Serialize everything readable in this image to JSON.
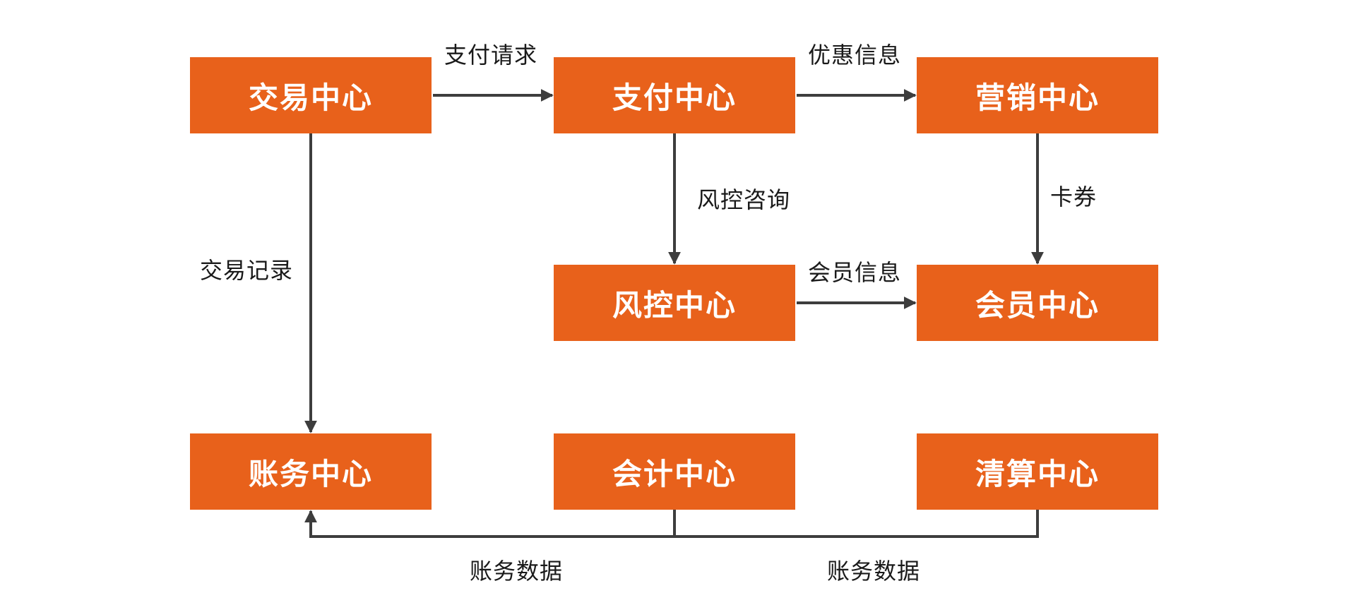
{
  "diagram": {
    "type": "flowchart",
    "language": "zh-CN",
    "colors": {
      "box_fill": "#E8611B",
      "box_text": "#FFFFFF",
      "arrow": "#3D3D3D",
      "label_text": "#1A1A1A",
      "background": "#FFFFFF"
    },
    "nodes": [
      {
        "id": "trading-center",
        "label": "交易中心"
      },
      {
        "id": "payment-center",
        "label": "支付中心"
      },
      {
        "id": "marketing-center",
        "label": "营销中心"
      },
      {
        "id": "risk-center",
        "label": "风控中心"
      },
      {
        "id": "member-center",
        "label": "会员中心"
      },
      {
        "id": "billing-center",
        "label": "账务中心"
      },
      {
        "id": "accounting-center",
        "label": "会计中心"
      },
      {
        "id": "clearing-center",
        "label": "清算中心"
      }
    ],
    "edge_labels": [
      {
        "id": "payment-request",
        "text": "支付请求"
      },
      {
        "id": "discount-info",
        "text": "优惠信息"
      },
      {
        "id": "risk-consult",
        "text": "风控咨询"
      },
      {
        "id": "coupon",
        "text": "卡券"
      },
      {
        "id": "member-info",
        "text": "会员信息"
      },
      {
        "id": "transaction-record",
        "text": "交易记录"
      },
      {
        "id": "billing-data-left",
        "text": "账务数据"
      },
      {
        "id": "billing-data-right",
        "text": "账务数据"
      }
    ],
    "edges": [
      {
        "from": "交易中心",
        "to": "支付中心",
        "label": "支付请求",
        "direction": "right"
      },
      {
        "from": "支付中心",
        "to": "营销中心",
        "label": "优惠信息",
        "direction": "right"
      },
      {
        "from": "支付中心",
        "to": "风控中心",
        "label": "风控咨询",
        "direction": "down"
      },
      {
        "from": "营销中心",
        "to": "会员中心",
        "label": "卡券",
        "direction": "down"
      },
      {
        "from": "风控中心",
        "to": "会员中心",
        "label": "会员信息",
        "direction": "right"
      },
      {
        "from": "交易中心",
        "to": "账务中心",
        "label": "交易记录",
        "direction": "down"
      },
      {
        "from": "会计中心",
        "to": "账务中心",
        "label": "账务数据",
        "direction": "down-left-up"
      },
      {
        "from": "清算中心",
        "to": "账务中心",
        "label": "账务数据",
        "direction": "down-left-up"
      }
    ]
  }
}
